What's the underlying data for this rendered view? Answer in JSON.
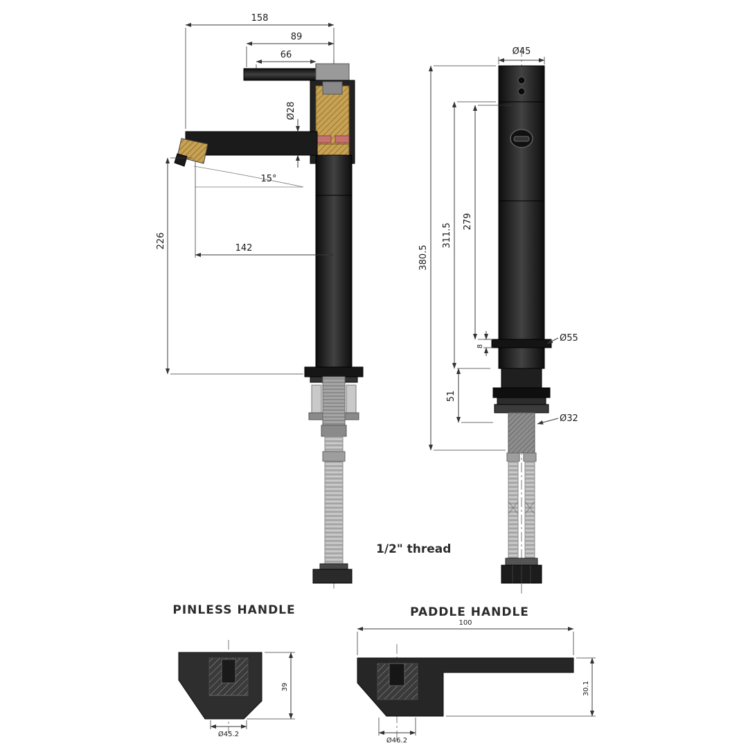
{
  "side_view": {
    "dims": {
      "reach": "158",
      "handle_back": "89",
      "handle_len": "66",
      "spout_dia": "Ø28",
      "angle": "15°",
      "spout_proj": "142",
      "height_to_spout": "226"
    }
  },
  "front_view": {
    "dims": {
      "body_dia": "Ø45",
      "overall": "380.5",
      "body_h": "311.5",
      "upper_h": "279",
      "flange_t": "8",
      "base_h": "51",
      "flange_dia": "Ø55",
      "thread_dia": "Ø32"
    },
    "thread_note": "1/2\" thread"
  },
  "handles": {
    "pinless": {
      "title": "PINLESS HANDLE",
      "dia": "Ø45.2",
      "height": "39"
    },
    "paddle": {
      "title": "PADDLE HANDLE",
      "length": "100",
      "dia": "Ø46.2",
      "height": "30.1"
    }
  }
}
